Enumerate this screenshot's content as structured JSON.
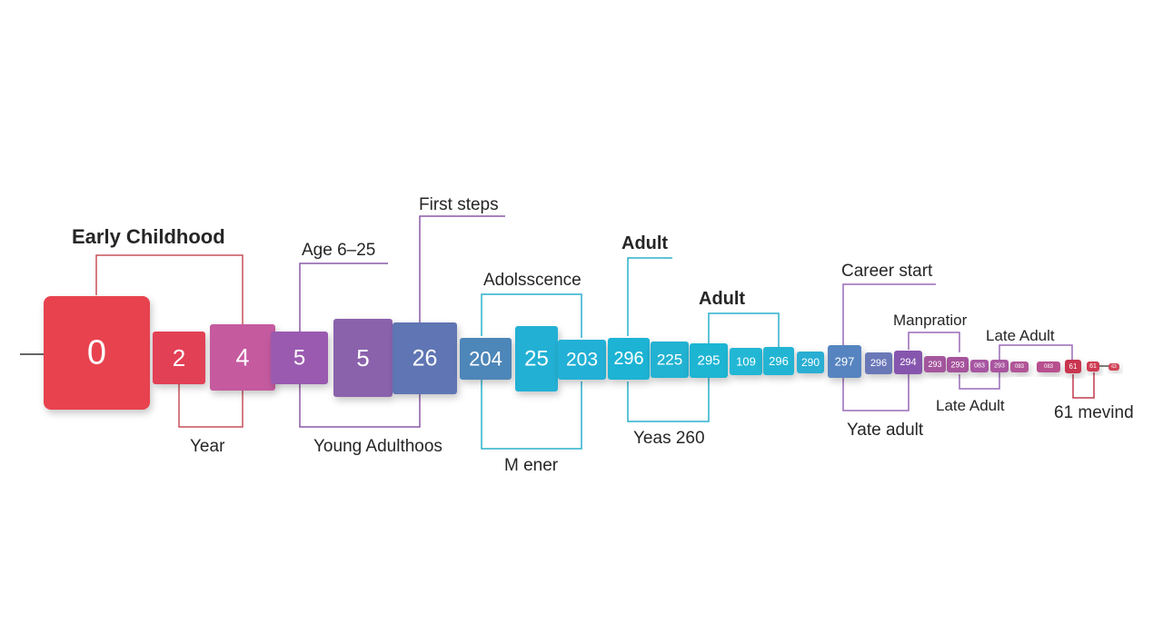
{
  "axis_color": "#333333",
  "bracket_colors": {
    "red": "#c8505a",
    "purple": "#8a5aa8",
    "cyan": "#2ab0cc",
    "violet": "#9a6ab8",
    "crimson": "#c03a4e"
  },
  "blocks": [
    {
      "label": "0",
      "color": "#e8434f"
    },
    {
      "label": "2",
      "color": "#e23f54"
    },
    {
      "label": "4",
      "color": "#c55a9f"
    },
    {
      "label": "5",
      "color": "#9a5ab0"
    },
    {
      "label": "5",
      "color": "#8a62ac"
    },
    {
      "label": "26",
      "color": "#5e75b4"
    },
    {
      "label": "204",
      "color": "#4d86b8"
    },
    {
      "label": "25",
      "color": "#22b0d4"
    },
    {
      "label": "203",
      "color": "#23b0d6"
    },
    {
      "label": "296",
      "color": "#1eb3d4"
    },
    {
      "label": "225",
      "color": "#22b2d2"
    },
    {
      "label": "295",
      "color": "#1db5d2"
    },
    {
      "label": "109",
      "color": "#20b7d4"
    },
    {
      "label": "296",
      "color": "#22b5d3"
    },
    {
      "label": "290",
      "color": "#2baed4"
    },
    {
      "label": "297",
      "color": "#5784c0"
    },
    {
      "label": "296",
      "color": "#6a78b8"
    },
    {
      "label": "294",
      "color": "#8656ae"
    },
    {
      "label": "293",
      "color": "#a4569e"
    },
    {
      "label": "293",
      "color": "#a5539c"
    },
    {
      "label": "083",
      "color": "#a756a2"
    },
    {
      "label": "293",
      "color": "#a9559f"
    },
    {
      "label": "083",
      "color": "#b15598"
    },
    {
      "label": "083",
      "color": "#b8508f"
    },
    {
      "label": "61",
      "color": "#c8344f"
    },
    {
      "label": "61",
      "color": "#cf3a52"
    },
    {
      "label": "63",
      "color": "#d24458"
    }
  ],
  "labels": {
    "early_childhood": "Early Childhood",
    "year": "Year",
    "age_range": "Age 6–25",
    "first_steps": "First steps",
    "young_adulthood": "Young Adulthoos",
    "adolescence": "Adolsscence",
    "m_ener": "M ener",
    "adult_1": "Adult",
    "adult_2": "Adult",
    "years_260": "Yeas 260",
    "career_start": "Career start",
    "manpratior": "Manpratior",
    "late_adult_top": "Late Adult",
    "late_adult_bottom": "Late Adult",
    "yate_adult": "Yate adult",
    "mevind": "61 mevind"
  }
}
